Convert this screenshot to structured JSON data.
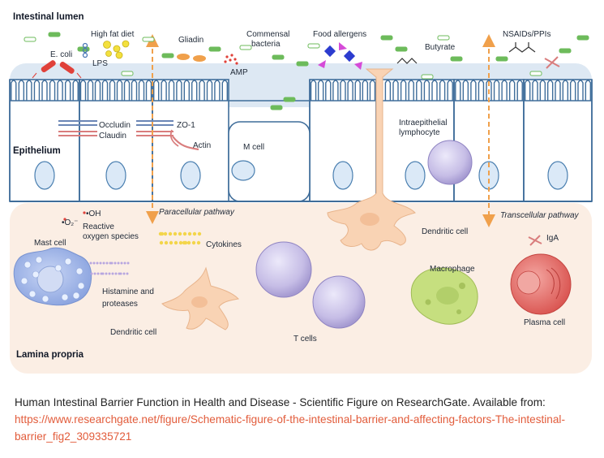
{
  "labels": {
    "lumen": "Intestinal lumen",
    "epithelium": "Epithelium",
    "lamina": "Lamina propria",
    "ecoli": "E. coli",
    "lps": "LPS",
    "highfat": "High fat diet",
    "gliadin": "Gliadin",
    "amp": "AMP",
    "commensal_1": "Commensal",
    "commensal_2": "bacteria",
    "allergens": "Food allergens",
    "butyrate": "Butyrate",
    "nsaids": "NSAIDs/PPIs",
    "occludin": "Occludin",
    "claudin": "Claudin",
    "zo1": "ZO-1",
    "actin": "Actin",
    "mcell": "M cell",
    "iel_1": "Intraepithelial",
    "iel_2": "lymphocyte",
    "paracellular": "Paracellular pathway",
    "transcellular": "Transcellular pathway",
    "o2": "•O₂⁻",
    "oh": "•OH",
    "ros_1": "Reactive",
    "ros_2": "oxygen species",
    "mast": "Mast cell",
    "cytokines": "Cytokines",
    "histamine_1": "Histamine and",
    "histamine_2": "proteases",
    "dendritic_lower": "Dendritic cell",
    "dendritic_upper": "Dendritic cell",
    "tcells": "T cells",
    "macrophage": "Macrophage",
    "iga": "IgA",
    "plasma": "Plasma cell"
  },
  "caption": {
    "text": "Human Intestinal Barrier Function in Health and Disease - Scientific Figure on ResearchGate. Available from: ",
    "link": "https://www.researchgate.net/figure/Schematic-figure-of-the-intestinal-barrier-and-affecting-factors-The-intestinal-barrier_fig2_309335721"
  },
  "colors": {
    "lumen_band": "#dde8f3",
    "epithelium_fill": "#ffffff",
    "epithelium_stroke": "#3f6d9a",
    "nucleus": "#dbe9f7",
    "lamina": "#fbeee4",
    "dendritic": "#f9d3b4",
    "tcell": "#c9c2e8",
    "macrophage": "#c6df7f",
    "plasma": "#e36f6a",
    "mast": "#9db5e6",
    "arrow": "#f0a04b",
    "green_bacteria": "#6dbb5b",
    "allergen_blue": "#2c3ccf",
    "allergen_pink": "#d54bd8"
  }
}
